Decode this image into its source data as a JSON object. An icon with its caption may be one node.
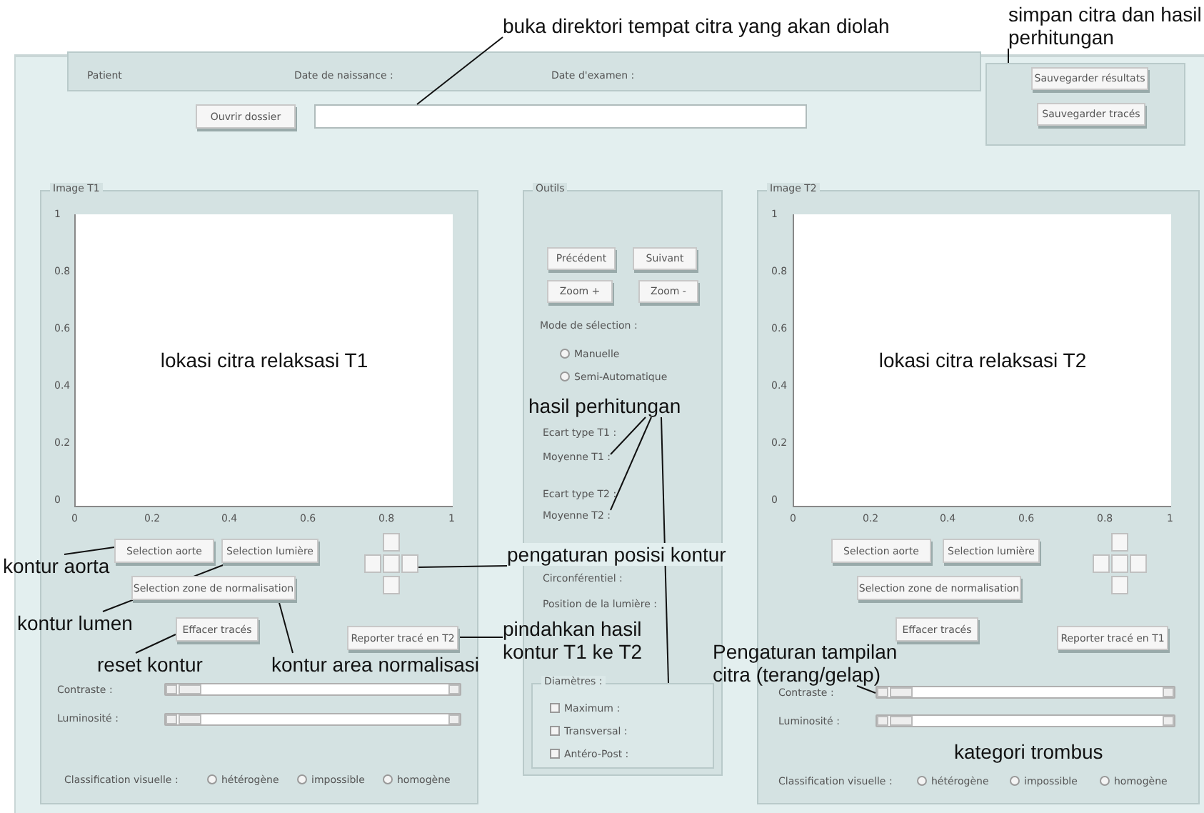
{
  "diagram": {
    "nodes": [
      {
        "text": [
          "Patient",
          "Date de naissance :",
          "Date d'examen :"
        ]
      },
      {
        "text": [
          "Ouvrir dossier"
        ]
      },
      {
        "text": [],
        "shape": "box"
      },
      {
        "text": [],
        "shape": "box"
      },
      {
        "text": [
          "Sauvegarder résultats"
        ],
        "in": 3
      },
      {
        "text": [
          "Sauvegarder tracés"
        ],
        "in": 3
      },
      {
        "text": [
          "Image T1"
        ]
      },
      {
        "text": [
          "lokasi citra relaksasi T1"
        ],
        "in": 6
      },
      {
        "text": [
          "Selection aorte"
        ],
        "in": 6
      },
      {
        "text": [
          "Selection lumière"
        ],
        "in": 6
      },
      {
        "text": [],
        "shape": "box",
        "in": 6
      },
      {
        "text": [
          "Selection zone de normalisation"
        ],
        "in": 6
      },
      {
        "text": [
          "Effacer tracés"
        ],
        "in": 6
      },
      {
        "text": [
          "Reporter tracé en T2"
        ],
        "in": 6
      },
      {
        "text": [],
        "shape": "bar",
        "in": 6
      },
      {
        "text": [],
        "shape": "bar",
        "in": 6
      },
      {
        "text": [
          "Outils"
        ]
      },
      {
        "text": [
          "Précédent"
        ],
        "in": 16
      },
      {
        "text": [
          "Suivant"
        ],
        "in": 16
      },
      {
        "text": [
          "Zoom +"
        ],
        "in": 16
      },
      {
        "text": [
          "Zoom -"
        ],
        "in": 16
      },
      {
        "text": [
          "Moyenne T1 :"
        ],
        "in": 16
      },
      {
        "text": [
          "Moyenne T2 :"
        ],
        "in": 16
      },
      {
        "text": [
          "Diamètres :"
        ],
        "in": 16
      },
      {
        "text": [
          "Image T2"
        ]
      },
      {
        "text": [
          "lokasi citra relaksasi T2"
        ],
        "in": 24
      },
      {
        "text": [
          "Selection aorte"
        ],
        "in": 24
      },
      {
        "text": [
          "Selection lumière"
        ],
        "in": 24
      },
      {
        "text": [],
        "shape": "box",
        "in": 24
      },
      {
        "text": [
          "Selection zone de normalisation"
        ],
        "in": 24
      },
      {
        "text": [
          "Effacer tracés"
        ],
        "in": 24
      },
      {
        "text": [
          "Reporter tracé en T1"
        ],
        "in": 24
      },
      {
        "text": [],
        "shape": "bar",
        "in": 24
      },
      {
        "text": [],
        "shape": "bar",
        "in": 24
      },
      {
        "text": [
          "buka direktori tempat citra yang akan diolah"
        ]
      },
      {
        "text": [
          "simpan citra dan hasil perhitungan"
        ]
      },
      {
        "text": [
          "hasil perhitungan"
        ],
        "in": 16
      },
      {
        "text": [
          "kontur aorta"
        ]
      },
      {
        "text": [
          "kontur lumen"
        ]
      },
      {
        "text": [
          "reset kontur"
        ],
        "in": 6
      },
      {
        "text": [
          "kontur area normalisasi"
        ],
        "in": 6
      },
      {
        "text": [
          "pengaturan posisi kontur"
        ]
      },
      {
        "text": [
          "pindahkan hasil kontur T1 ke T2"
        ]
      },
      {
        "text": [
          "Pengaturan tampilan citra (terang/gelap)"
        ]
      }
    ],
    "edges": [
      {
        "from": 34,
        "to": 2,
        "arrow": "none"
      },
      {
        "from": 35,
        "to": 3,
        "arrow": "none"
      },
      {
        "from": 36,
        "to": 21,
        "arrow": "none"
      },
      {
        "from": 36,
        "to": 22,
        "arrow": "none"
      },
      {
        "from": 36,
        "to": 23,
        "arrow": "none"
      },
      {
        "from": 37,
        "to": 8,
        "arrow": "none"
      },
      {
        "from": 38,
        "to": 9,
        "arrow": "none"
      },
      {
        "from": 39,
        "to": 12,
        "arrow": "none"
      },
      {
        "from": 40,
        "to": 11,
        "arrow": "none"
      },
      {
        "from": 41,
        "to": 10,
        "arrow": "none"
      },
      {
        "from": 42,
        "to": 13,
        "arrow": "none"
      },
      {
        "from": 43,
        "to": 32,
        "arrow": "none"
      }
    ],
    "labels": [
      "1",
      "0.8",
      "0.6",
      "0.4",
      "0.2",
      "0",
      "0",
      "0.2",
      "0.4",
      "0.6",
      "0.8",
      "1",
      "Mode de sélection :",
      "Manuelle",
      "Semi-Automatique",
      "Ecart type T1 :",
      "Ecart type T2 :",
      "Circonférentiel :",
      "Position de la lumière :",
      "Maximum :",
      "Transversal :",
      "Antéro-Post :",
      "1",
      "0.8",
      "0.6",
      "0.4",
      "0.2",
      "0",
      "0",
      "0.2",
      "0.4",
      "0.6",
      "0.8",
      "1",
      "Contraste :",
      "Luminosité :",
      "Classification visuelle :",
      "hétérogène",
      "impossible",
      "homogène",
      "Contraste :",
      "Luminosité :",
      "kategori trombus",
      "Classification visuelle :",
      "hétérogène",
      "impossible",
      "homogène"
    ]
  }
}
